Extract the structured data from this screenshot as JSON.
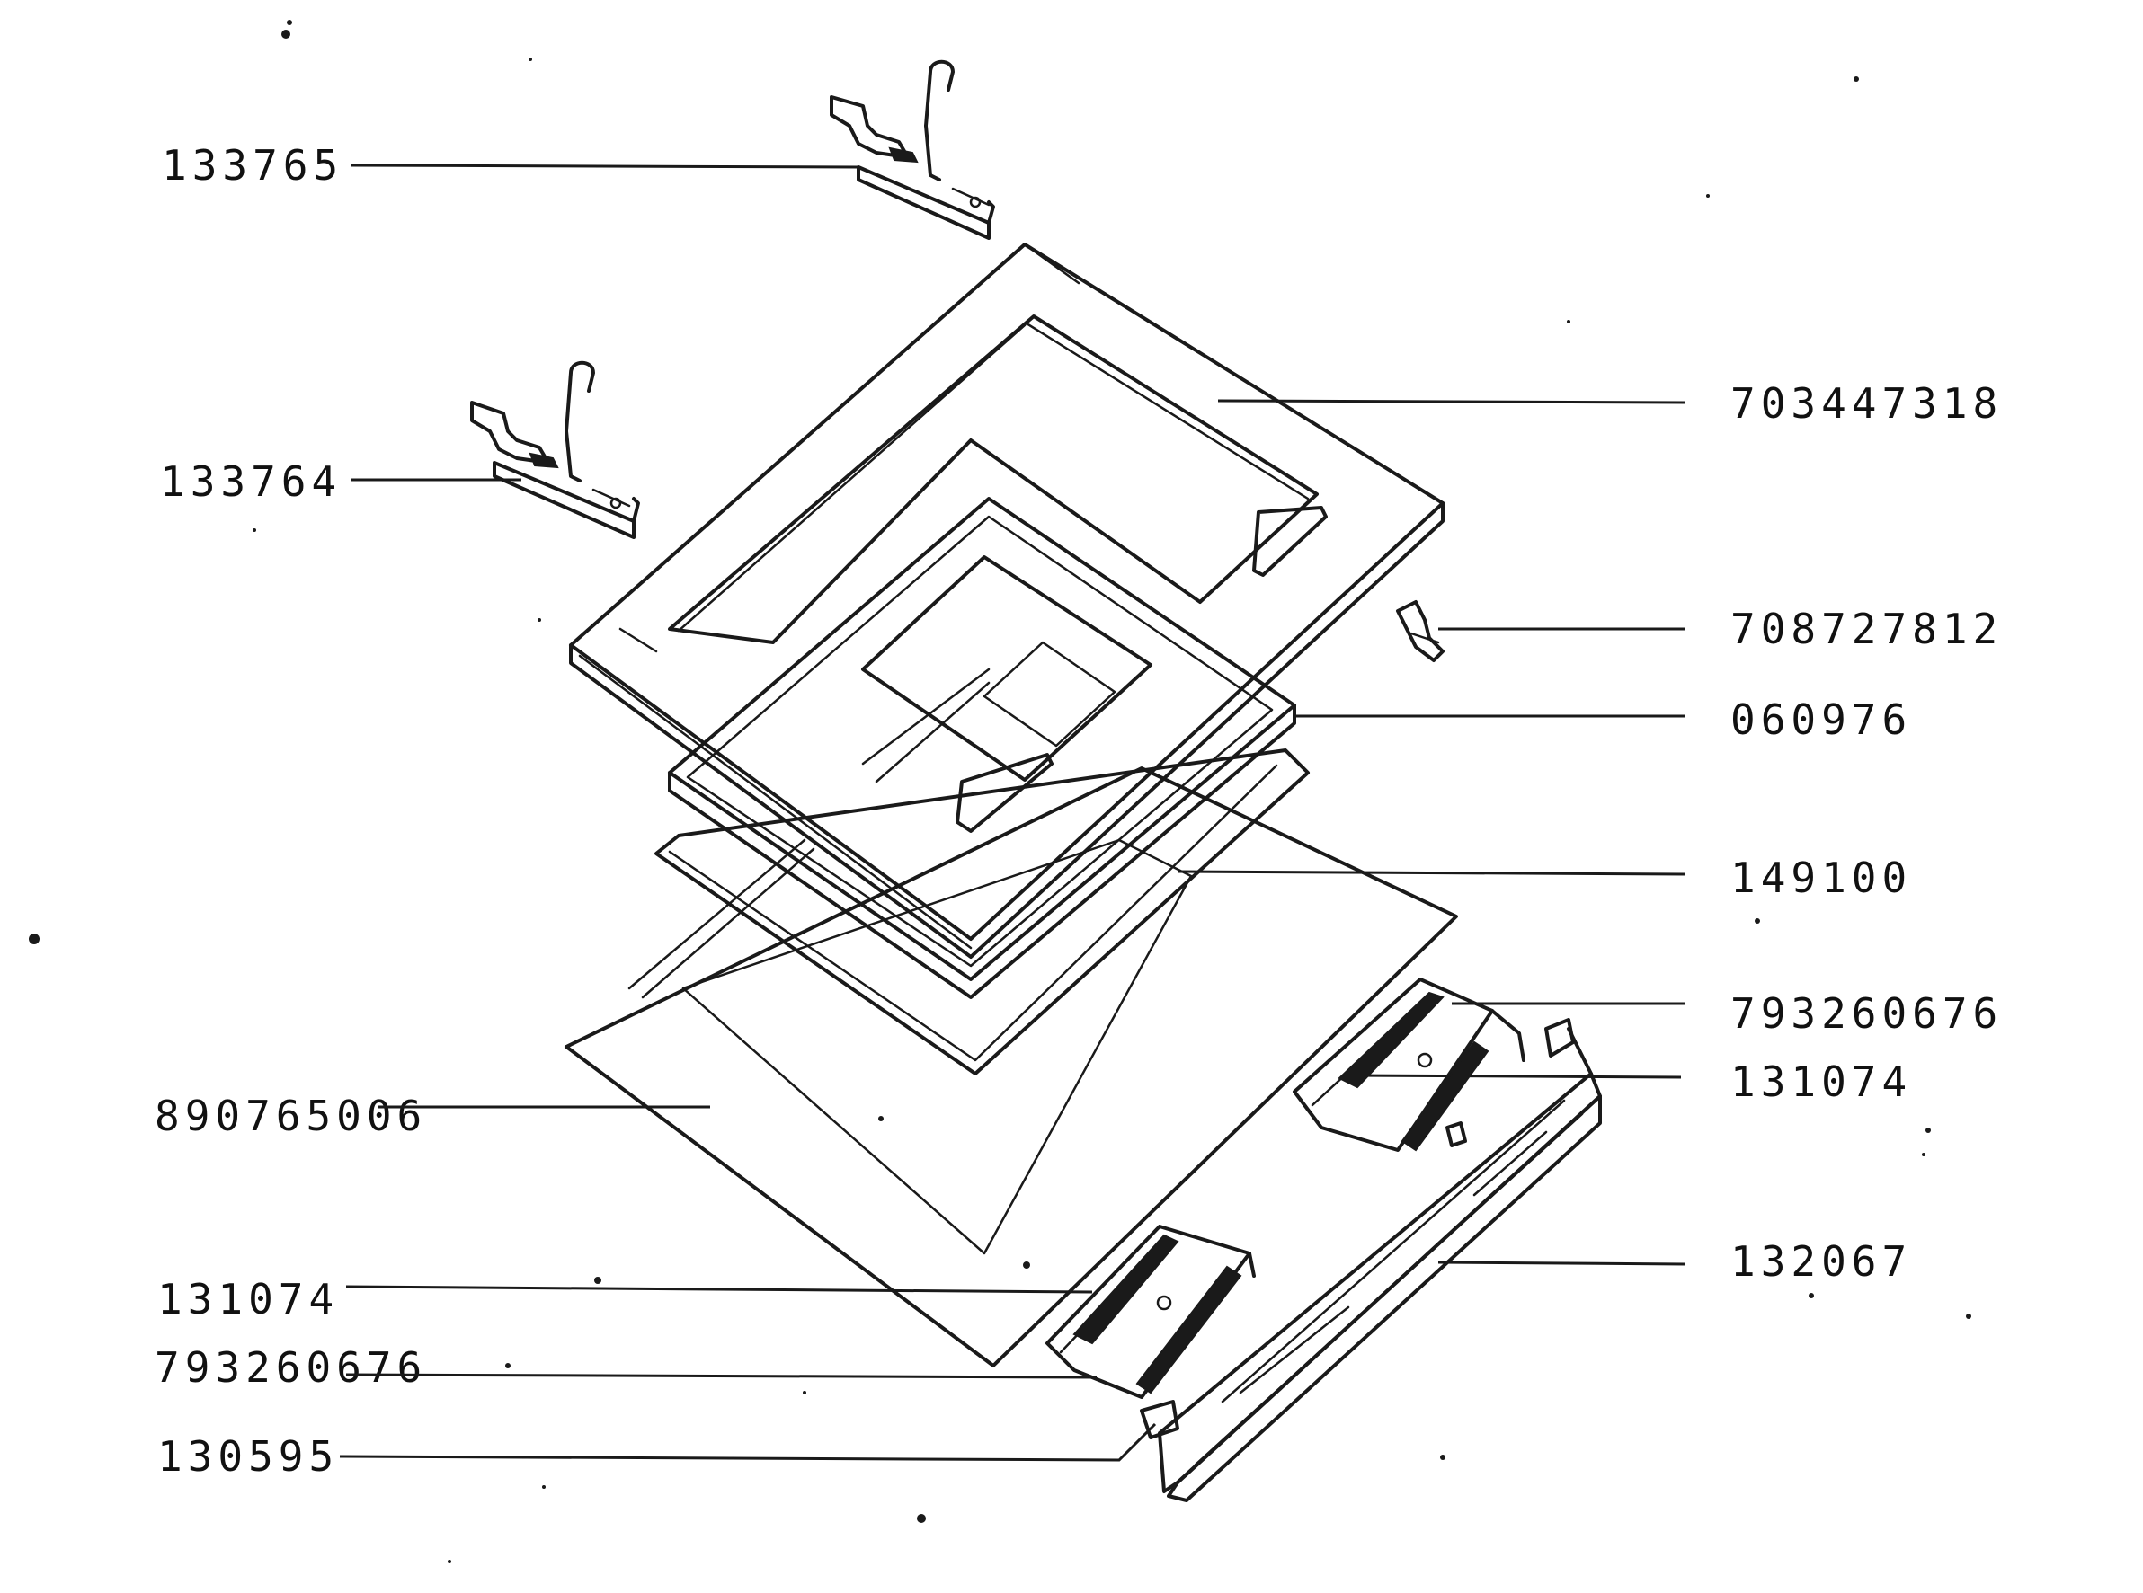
{
  "diagram": {
    "labels": {
      "hinge_right": "133765",
      "hinge_left": "133764",
      "inner_door_frame": "703447318",
      "small_clip": "708727812",
      "seal_frame": "060976",
      "inner_glass": "149100",
      "guide_right": "793260676",
      "spring_right": "131074",
      "handle_bar": "132067",
      "outer_glass": "890765006",
      "spring_left": "131074",
      "guide_left": "793260676",
      "end_cap": "130595"
    }
  }
}
